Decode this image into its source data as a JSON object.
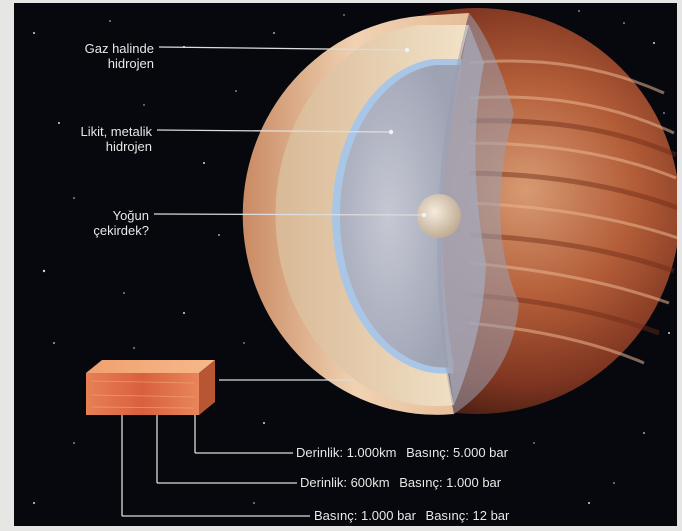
{
  "diagram": {
    "layer_labels": [
      {
        "line1": "Gaz halinde",
        "line2": "hidrojen"
      },
      {
        "line1": "Likit, metalik",
        "line2": "hidrojen"
      },
      {
        "line1": "Yoğun",
        "line2": "çekirdek?"
      }
    ],
    "depth_rows": [
      {
        "depth": "Derinlik: 1.000km",
        "pressure": "Basınç: 5.000 bar"
      },
      {
        "depth": "Derinlik: 600km",
        "pressure": "Basınç: 1.000 bar"
      },
      {
        "depth": "Basınç: 1.000 bar",
        "pressure": "Basınç: 12 bar"
      }
    ],
    "colors": {
      "background": "#06080e",
      "atmosphere": "#efdcc0",
      "metallic_hydrogen": "#b8bcc8",
      "core": "#e8d8c2",
      "planet_surface": "#b5633b",
      "slab": "#d8704a"
    }
  }
}
